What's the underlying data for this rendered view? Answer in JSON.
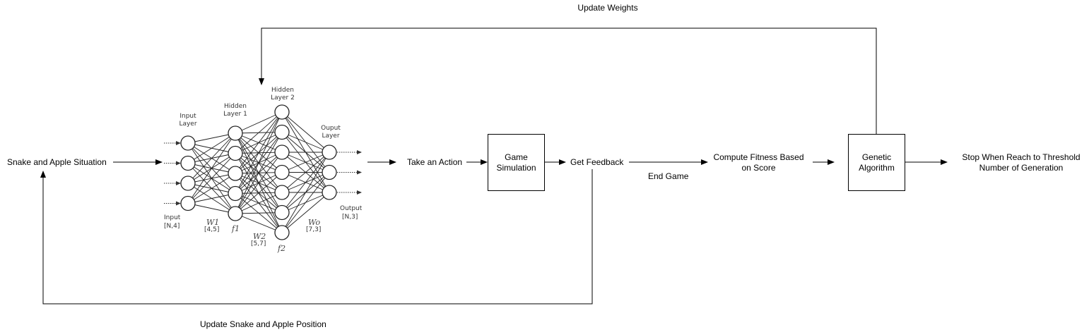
{
  "labels": {
    "update_weights": "Update Weights",
    "snake_apple_situation": "Snake and Apple Situation",
    "take_action": "Take an Action",
    "game_simulation": "Game Simulation",
    "get_feedback": "Get Feedback",
    "end_game": "End Game",
    "compute_fitness": "Compute Fitness Based on Score",
    "genetic_algorithm": "Genetic Algorithm",
    "stop_condition": "Stop When Reach to Threshold Number of Generation",
    "update_positions": "Update Snake and Apple Position"
  },
  "network": {
    "input_layer": "Input Layer",
    "hidden_layer_1": "Hidden Layer 1",
    "hidden_layer_2": "Hidden Layer 2",
    "output_layer": "Ouput Layer",
    "input": "Input",
    "input_shape": "[N,4]",
    "w1": "W1",
    "w1_shape": "[4,5]",
    "f1": "f1",
    "w2": "W2",
    "w2_shape": "[5,7]",
    "f2": "f2",
    "wo": "Wo",
    "wo_shape": "[7,3]",
    "output": "Output",
    "output_shape": "[N,3]",
    "neuron_counts": [
      4,
      5,
      7,
      3
    ]
  }
}
